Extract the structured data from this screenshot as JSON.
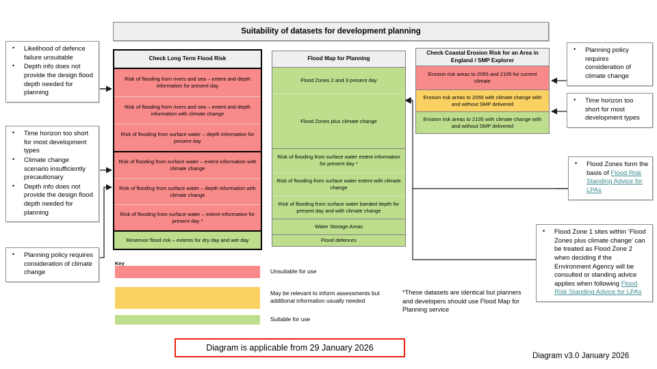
{
  "title": {
    "text": "Suitability of datasets for development planning"
  },
  "columns": [
    {
      "id": "check-long-term-flood-risk",
      "header": "Check Long Term Flood Risk",
      "groups": [
        {
          "tone": "red",
          "cells": [
            "Risk of flooding from rivers and sea – extent and depth information for present day",
            "Risk of flooding from rivers and sea – extent and depth information with climate change",
            "Risk of flooding from surface water – depth information for present day"
          ]
        },
        {
          "tone": "red",
          "cells": [
            "Risk of flooding from surface water – extent information with climate change",
            "Risk of flooding from surface water – depth information with climate change",
            "Risk of flooding from surface water – extent information for present day *"
          ]
        },
        {
          "tone": "green",
          "cells": [
            "Reservoir flood risk – extents for dry day and wet day"
          ]
        }
      ]
    },
    {
      "id": "flood-map-for-planning",
      "header": "Flood Map for Planning",
      "groups": [
        {
          "tone": "green",
          "cells": [
            "Flood Zones 2 and 3 present day",
            "Flood Zones plus climate change"
          ]
        },
        {
          "tone": "green",
          "cells": [
            "Risk of flooding from surface water extent information for present day *",
            "Risk of flooding from surface water extent with climate change",
            "Risk of flooding from surface water banded depth for present day and with climate change"
          ]
        },
        {
          "tone": "green",
          "cells": [
            "Water Storage Areas"
          ]
        },
        {
          "tone": "green",
          "cells": [
            "Flood defences"
          ]
        }
      ]
    },
    {
      "id": "check-coastal-erosion-risk",
      "header": "Check Coastal Erosion Risk for an Area in England / SMP Explorer",
      "groups": [
        {
          "tone": "mixed",
          "cells": [
            "Erosion risk areas to 2055 and 2105 for current climate",
            "Erosion risk areas to 2055 with climate change with and without SMP delivered",
            "Erosion risk areas to 2105 with climate change with and without SMP delivered"
          ],
          "tones": [
            "red",
            "amber",
            "green"
          ]
        }
      ]
    }
  ],
  "notes": {
    "left": [
      {
        "id": "note-defence-failure",
        "bullets": [
          "Likelihood of defence failure unsuitable",
          "Depth info does not provide the design flood depth needed for planning"
        ]
      },
      {
        "id": "note-time-horizon-climate",
        "bullets": [
          "Time horizon too short for most development types",
          "Climate change scenario insufficiently precautionary",
          "Depth info does not provide the design flood depth needed for planning"
        ]
      },
      {
        "id": "note-planning-policy-left",
        "bullets": [
          "Planning policy requires consideration of climate change"
        ]
      }
    ],
    "right": [
      {
        "id": "note-planning-policy-right",
        "bullets": [
          "Planning policy requires consideration of climate change"
        ]
      },
      {
        "id": "note-time-horizon-right",
        "bullets": [
          "Time horizon too short for most development types"
        ]
      }
    ],
    "flood_zones_basis": {
      "id": "note-flood-zones-basis",
      "prefix": "Flood Zones form the basis of ",
      "link": "Flood Risk Standing Advice for LPAs"
    },
    "flood_zone_1": {
      "id": "note-flood-zone-1",
      "prefix": "Flood Zone 1 sites within ‘Flood Zones plus climate change’ can be treated as Flood Zone 2 when deciding if the Environment Agency will be consulted or standing advice applies when following ",
      "link": "Flood Risk Standing Advice for LPAs"
    }
  },
  "key": {
    "label": "Key",
    "items": [
      {
        "color": "#f98a8a",
        "text": "Unsuitable for use"
      },
      {
        "color": "#fbd163",
        "text": "May be relevant to inform assessments but additional information usually needed"
      },
      {
        "color": "#bede8e",
        "text": "Suitable for use"
      }
    ]
  },
  "footnote": "*These datasets are identical but planners and developers should use Flood Map for Planning service",
  "applicable_from": "Diagram is applicable from 29 January 2026",
  "version": "Diagram v3.0 January 2026",
  "colors": {
    "unsuitable": "#f98a8a",
    "caution": "#fbd163",
    "suitable": "#bede8e",
    "link": "#3e8b8f",
    "alert_border": "#e8220f"
  }
}
